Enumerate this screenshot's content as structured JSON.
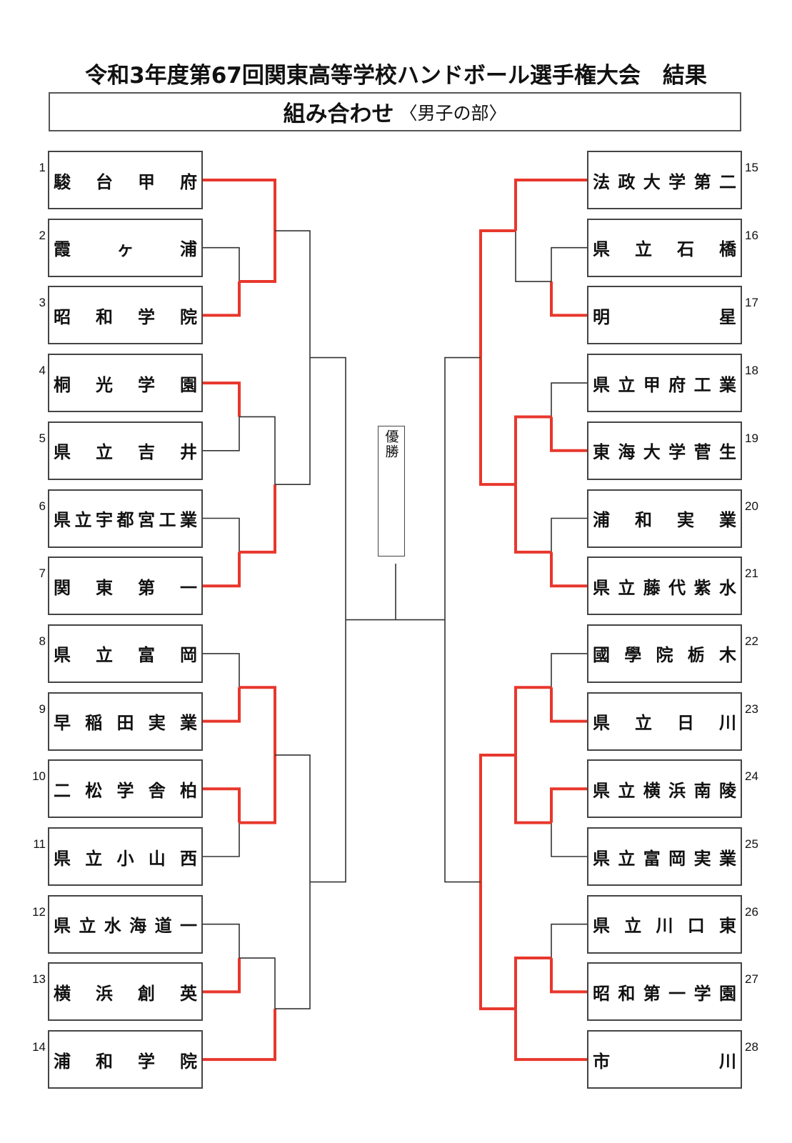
{
  "header": {
    "title": "令和3年度第67回関東高等学校ハンドボール選手権大会　結果",
    "subtitle_main": "組み合わせ",
    "subtitle_part": "〈男子の部〉"
  },
  "champion_label": "優勝",
  "colors": {
    "winner_line": "#e8372c",
    "line": "#333333"
  },
  "left_teams": [
    {
      "seed": "1",
      "name": [
        "駿",
        "台",
        "甲",
        "府"
      ]
    },
    {
      "seed": "2",
      "name": [
        "霞",
        "ヶ",
        "浦"
      ]
    },
    {
      "seed": "3",
      "name": [
        "昭",
        "和",
        "学",
        "院"
      ]
    },
    {
      "seed": "4",
      "name": [
        "桐",
        "光",
        "学",
        "園"
      ]
    },
    {
      "seed": "5",
      "name": [
        "県",
        "立",
        "吉",
        "井"
      ]
    },
    {
      "seed": "6",
      "name": [
        "県",
        "立",
        "宇",
        "都",
        "宮",
        "工",
        "業"
      ]
    },
    {
      "seed": "7",
      "name": [
        "関",
        "東",
        "第",
        "一"
      ]
    },
    {
      "seed": "8",
      "name": [
        "県",
        "立",
        "富",
        "岡"
      ]
    },
    {
      "seed": "9",
      "name": [
        "早",
        "稲",
        "田",
        "実",
        "業"
      ]
    },
    {
      "seed": "10",
      "name": [
        "二",
        "松",
        "学",
        "舎",
        "柏"
      ]
    },
    {
      "seed": "11",
      "name": [
        "県",
        "立",
        "小",
        "山",
        "西"
      ]
    },
    {
      "seed": "12",
      "name": [
        "県",
        "立",
        "水",
        "海",
        "道",
        "一"
      ]
    },
    {
      "seed": "13",
      "name": [
        "横",
        "浜",
        "創",
        "英"
      ]
    },
    {
      "seed": "14",
      "name": [
        "浦",
        "和",
        "学",
        "院"
      ]
    }
  ],
  "right_teams": [
    {
      "seed": "15",
      "name": [
        "法",
        "政",
        "大",
        "学",
        "第",
        "二"
      ]
    },
    {
      "seed": "16",
      "name": [
        "県",
        "立",
        "石",
        "橋"
      ]
    },
    {
      "seed": "17",
      "name": [
        "明",
        "星"
      ]
    },
    {
      "seed": "18",
      "name": [
        "県",
        "立",
        "甲",
        "府",
        "工",
        "業"
      ]
    },
    {
      "seed": "19",
      "name": [
        "東",
        "海",
        "大",
        "学",
        "菅",
        "生"
      ]
    },
    {
      "seed": "20",
      "name": [
        "浦",
        "和",
        "実",
        "業"
      ]
    },
    {
      "seed": "21",
      "name": [
        "県",
        "立",
        "藤",
        "代",
        "紫",
        "水"
      ]
    },
    {
      "seed": "22",
      "name": [
        "國",
        "學",
        "院",
        "栃",
        "木"
      ]
    },
    {
      "seed": "23",
      "name": [
        "県",
        "立",
        "日",
        "川"
      ]
    },
    {
      "seed": "24",
      "name": [
        "県",
        "立",
        "横",
        "浜",
        "南",
        "陵"
      ]
    },
    {
      "seed": "25",
      "name": [
        "県",
        "立",
        "富",
        "岡",
        "実",
        "業"
      ]
    },
    {
      "seed": "26",
      "name": [
        "県",
        "立",
        "川",
        "口",
        "東"
      ]
    },
    {
      "seed": "27",
      "name": [
        "昭",
        "和",
        "第",
        "一",
        "学",
        "園"
      ]
    },
    {
      "seed": "28",
      "name": [
        "市",
        "川"
      ]
    }
  ]
}
